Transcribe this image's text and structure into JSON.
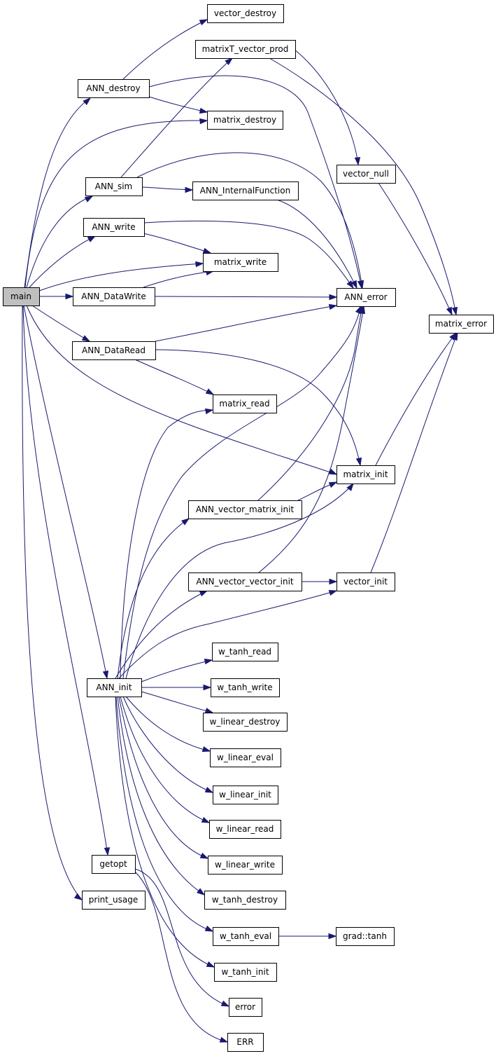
{
  "diagram": {
    "nodes": [
      {
        "id": "main",
        "label": "main",
        "highlight": true
      },
      {
        "id": "vector_destroy",
        "label": "vector_destroy"
      },
      {
        "id": "matrixT_vector_prod",
        "label": "matrixT_vector_prod"
      },
      {
        "id": "ANN_destroy",
        "label": "ANN_destroy"
      },
      {
        "id": "matrix_destroy",
        "label": "matrix_destroy"
      },
      {
        "id": "vector_null",
        "label": "vector_null"
      },
      {
        "id": "ANN_sim",
        "label": "ANN_sim"
      },
      {
        "id": "ANN_InternalFunction",
        "label": "ANN_InternalFunction"
      },
      {
        "id": "ANN_write",
        "label": "ANN_write"
      },
      {
        "id": "matrix_write",
        "label": "matrix_write"
      },
      {
        "id": "ANN_DataWrite",
        "label": "ANN_DataWrite"
      },
      {
        "id": "ANN_error",
        "label": "ANN_error"
      },
      {
        "id": "matrix_error",
        "label": "matrix_error"
      },
      {
        "id": "ANN_DataRead",
        "label": "ANN_DataRead"
      },
      {
        "id": "matrix_read",
        "label": "matrix_read"
      },
      {
        "id": "matrix_init",
        "label": "matrix_init"
      },
      {
        "id": "ANN_vector_matrix_init",
        "label": "ANN_vector_matrix_init"
      },
      {
        "id": "ANN_vector_vector_init",
        "label": "ANN_vector_vector_init"
      },
      {
        "id": "vector_init",
        "label": "vector_init"
      },
      {
        "id": "w_tanh_read",
        "label": "w_tanh_read"
      },
      {
        "id": "ANN_init",
        "label": "ANN_init"
      },
      {
        "id": "w_tanh_write",
        "label": "w_tanh_write"
      },
      {
        "id": "w_linear_destroy",
        "label": "w_linear_destroy"
      },
      {
        "id": "w_linear_eval",
        "label": "w_linear_eval"
      },
      {
        "id": "w_linear_init",
        "label": "w_linear_init"
      },
      {
        "id": "w_linear_read",
        "label": "w_linear_read"
      },
      {
        "id": "w_linear_write",
        "label": "w_linear_write"
      },
      {
        "id": "getopt",
        "label": "getopt"
      },
      {
        "id": "print_usage",
        "label": "print_usage"
      },
      {
        "id": "w_tanh_destroy",
        "label": "w_tanh_destroy"
      },
      {
        "id": "w_tanh_eval",
        "label": "w_tanh_eval"
      },
      {
        "id": "grad_tanh",
        "label": "grad::tanh"
      },
      {
        "id": "w_tanh_init",
        "label": "w_tanh_init"
      },
      {
        "id": "error",
        "label": "error"
      },
      {
        "id": "ERR",
        "label": "ERR"
      }
    ],
    "edges": [
      {
        "from": "main",
        "to": "ANN_destroy"
      },
      {
        "from": "main",
        "to": "matrix_destroy"
      },
      {
        "from": "main",
        "to": "ANN_sim"
      },
      {
        "from": "main",
        "to": "ANN_write"
      },
      {
        "from": "main",
        "to": "matrix_write"
      },
      {
        "from": "main",
        "to": "ANN_DataWrite"
      },
      {
        "from": "main",
        "to": "ANN_DataRead"
      },
      {
        "from": "main",
        "to": "matrix_init"
      },
      {
        "from": "main",
        "to": "ANN_init"
      },
      {
        "from": "main",
        "to": "getopt"
      },
      {
        "from": "main",
        "to": "print_usage"
      },
      {
        "from": "ANN_destroy",
        "to": "vector_destroy"
      },
      {
        "from": "ANN_destroy",
        "to": "matrix_destroy"
      },
      {
        "from": "ANN_destroy",
        "to": "ANN_error"
      },
      {
        "from": "ANN_sim",
        "to": "matrixT_vector_prod"
      },
      {
        "from": "ANN_sim",
        "to": "ANN_InternalFunction"
      },
      {
        "from": "ANN_sim",
        "to": "ANN_error"
      },
      {
        "from": "matrixT_vector_prod",
        "to": "vector_null"
      },
      {
        "from": "matrixT_vector_prod",
        "to": "matrix_error"
      },
      {
        "from": "vector_null",
        "to": "matrix_error"
      },
      {
        "from": "ANN_InternalFunction",
        "to": "ANN_error"
      },
      {
        "from": "ANN_write",
        "to": "matrix_write"
      },
      {
        "from": "ANN_write",
        "to": "ANN_error"
      },
      {
        "from": "ANN_DataWrite",
        "to": "matrix_write"
      },
      {
        "from": "ANN_DataWrite",
        "to": "ANN_error"
      },
      {
        "from": "ANN_DataRead",
        "to": "ANN_error"
      },
      {
        "from": "ANN_DataRead",
        "to": "matrix_read"
      },
      {
        "from": "ANN_DataRead",
        "to": "matrix_init"
      },
      {
        "from": "matrix_init",
        "to": "matrix_error"
      },
      {
        "from": "ANN_vector_matrix_init",
        "to": "ANN_error"
      },
      {
        "from": "ANN_vector_matrix_init",
        "to": "matrix_init"
      },
      {
        "from": "ANN_vector_vector_init",
        "to": "ANN_error"
      },
      {
        "from": "ANN_vector_vector_init",
        "to": "vector_init"
      },
      {
        "from": "vector_init",
        "to": "matrix_error"
      },
      {
        "from": "ANN_init",
        "to": "ANN_error"
      },
      {
        "from": "ANN_init",
        "to": "matrix_read"
      },
      {
        "from": "ANN_init",
        "to": "ANN_vector_matrix_init"
      },
      {
        "from": "ANN_init",
        "to": "matrix_init"
      },
      {
        "from": "ANN_init",
        "to": "ANN_vector_vector_init"
      },
      {
        "from": "ANN_init",
        "to": "vector_init"
      },
      {
        "from": "ANN_init",
        "to": "w_tanh_read"
      },
      {
        "from": "ANN_init",
        "to": "w_tanh_write"
      },
      {
        "from": "ANN_init",
        "to": "w_linear_destroy"
      },
      {
        "from": "ANN_init",
        "to": "w_linear_eval"
      },
      {
        "from": "ANN_init",
        "to": "w_linear_init"
      },
      {
        "from": "ANN_init",
        "to": "w_linear_read"
      },
      {
        "from": "ANN_init",
        "to": "w_linear_write"
      },
      {
        "from": "ANN_init",
        "to": "w_tanh_destroy"
      },
      {
        "from": "ANN_init",
        "to": "w_tanh_eval"
      },
      {
        "from": "ANN_init",
        "to": "w_tanh_init"
      },
      {
        "from": "w_tanh_eval",
        "to": "grad_tanh"
      },
      {
        "from": "getopt",
        "to": "error"
      },
      {
        "from": "getopt",
        "to": "ERR"
      }
    ]
  }
}
